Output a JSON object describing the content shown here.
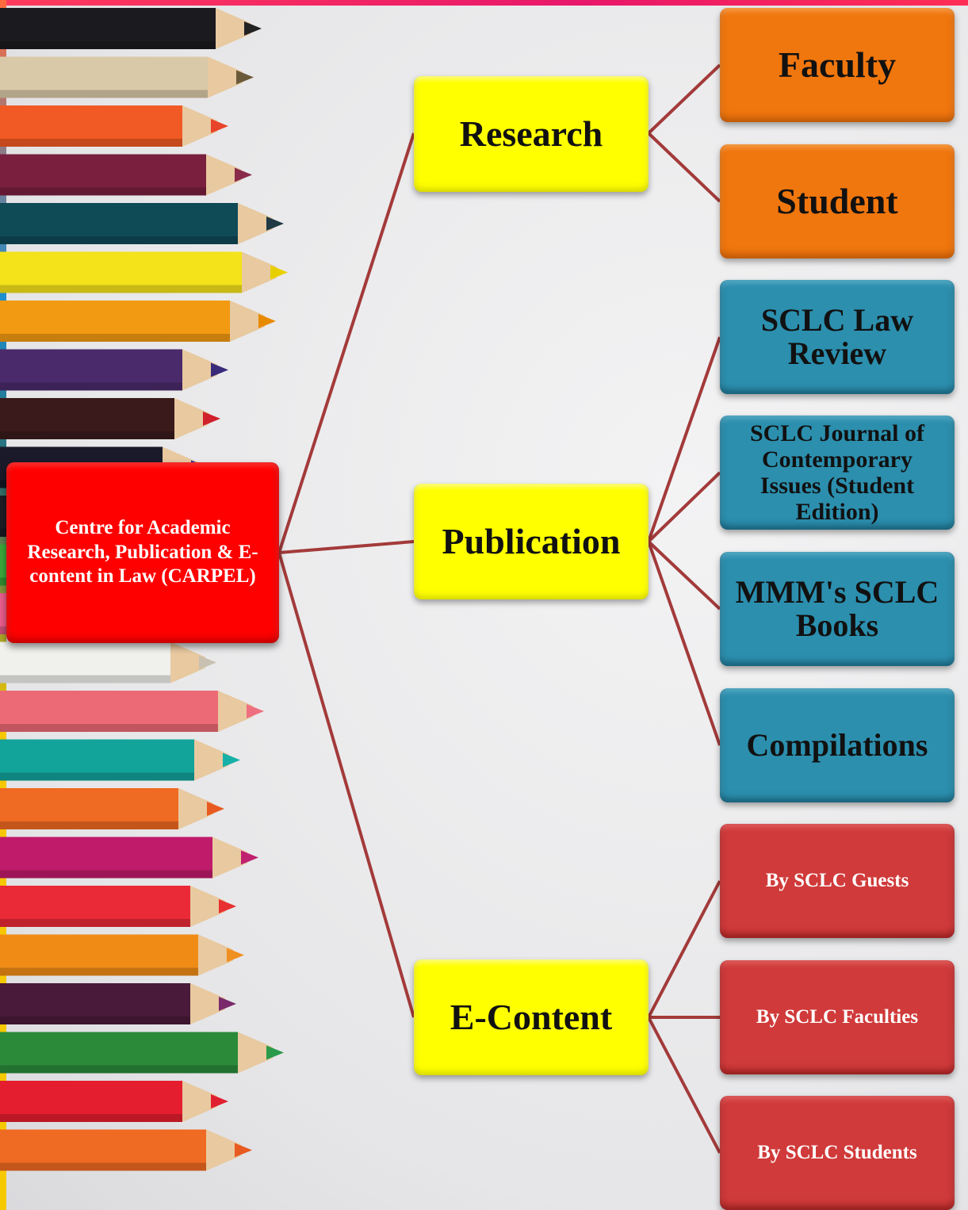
{
  "root": {
    "label": "Centre for Academic Research, Publication & E-content in Law (CARPEL)"
  },
  "categories": [
    {
      "label": "Research",
      "children": [
        "Faculty",
        "Student"
      ]
    },
    {
      "label": "Publication",
      "children": [
        "SCLC Law Review",
        "SCLC Journal of Contemporary Issues (Student Edition)",
        "MMM's SCLC Books",
        "Compilations"
      ]
    },
    {
      "label": "E-Content",
      "children": [
        "By SCLC Guests",
        "By SCLC Faculties",
        "By SCLC Students"
      ]
    }
  ],
  "colors": {
    "root": "#ff0000",
    "category": "#ffff00",
    "research_children": "#f0760e",
    "publication_children": "#2c8fae",
    "econtent_children": "#d03a3a",
    "connector": "#a33a3a"
  }
}
